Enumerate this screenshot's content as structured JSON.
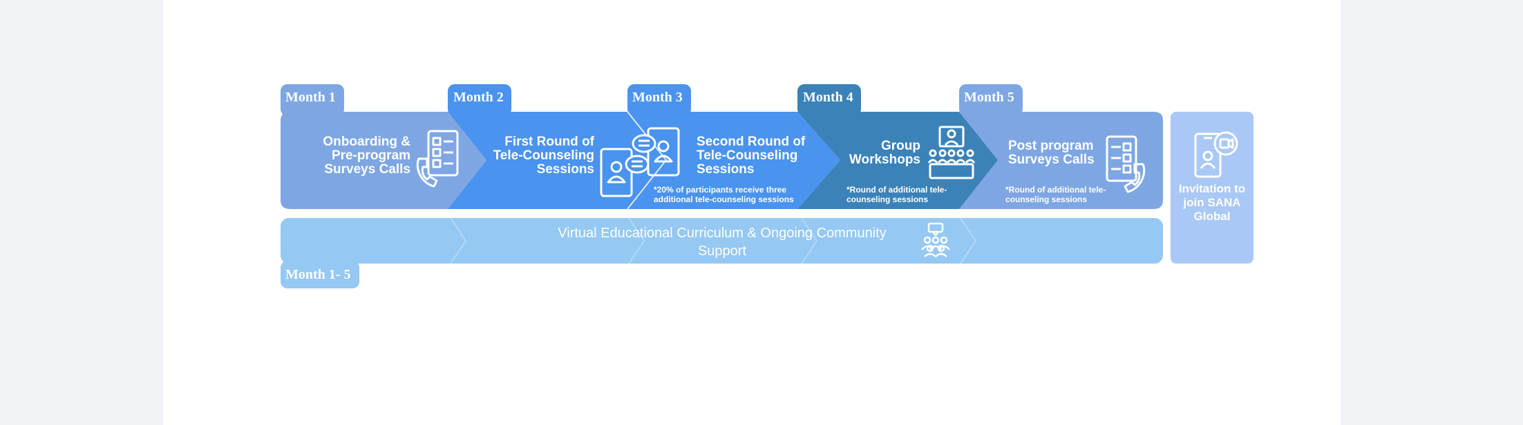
{
  "months": [
    {
      "tab": "Month 1",
      "title": "Onboarding & Pre-program Surveys Calls",
      "icon": "survey-call-icon"
    },
    {
      "tab": "Month 2",
      "title": "First Round of Tele-Counseling Sessions",
      "icon": "tele-counseling-chat-icon"
    },
    {
      "tab": "Month 3",
      "title": "Second Round of Tele-Counseling Sessions",
      "note": "*20% of participants receive three additional tele-counseling sessions",
      "icon": "video-call-icon"
    },
    {
      "tab": "Month 4",
      "title": "Group Workshops",
      "note": "*Round of additional tele-counseling sessions",
      "icon": "workshop-audience-icon"
    },
    {
      "tab": "Month 5",
      "title": "Post program Surveys Calls",
      "note": "*Round of additional tele-counseling sessions",
      "icon": "survey-call-icon"
    }
  ],
  "curriculum": {
    "title": "Virtual Educational Curriculum  & Ongoing Community Support",
    "tab": "Month 1- 5",
    "icon": "community-group-icon"
  },
  "invitation": {
    "title": "Invitation to join SANA Global",
    "icon": "phone-video-icon"
  },
  "colors": {
    "month1": "#7ea6e3",
    "month2": "#4a93ee",
    "month3": "#4a93ee",
    "month4": "#3b82b8",
    "month5": "#7ea6e3",
    "curriculum": "#95c8f3",
    "invitation": "#a9c8f5"
  }
}
